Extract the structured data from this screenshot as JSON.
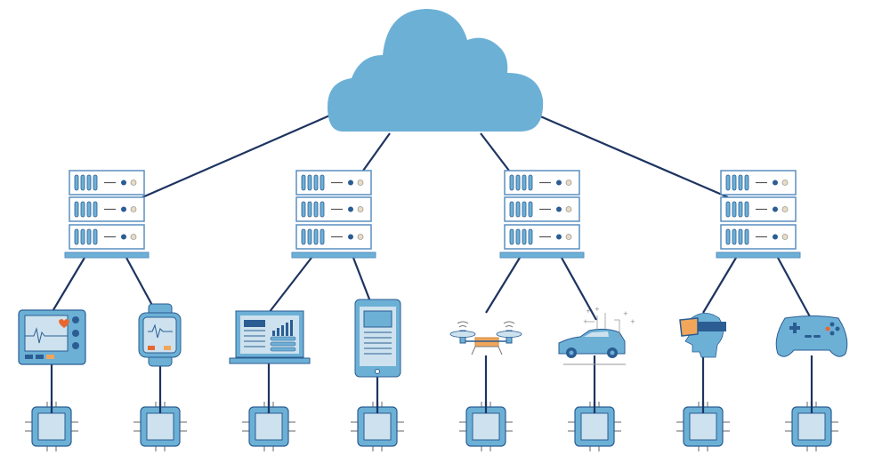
{
  "colors": {
    "cloud": "#6cb0d6",
    "line": "#1e3461",
    "device_fill": "#6cb0d6",
    "device_light": "#cde2ee",
    "device_dark": "#2b5d93",
    "server_fill": "#ffffff",
    "server_stroke": "#5a8fc0",
    "accent_orange": "#f2a65a",
    "accent_red": "#e8672f"
  },
  "cloud": {
    "icon": "cloud-icon"
  },
  "servers": [
    {
      "icon": "server-rack-icon",
      "units": 3
    },
    {
      "icon": "server-rack-icon",
      "units": 3
    },
    {
      "icon": "server-rack-icon",
      "units": 3
    },
    {
      "icon": "server-rack-icon",
      "units": 3
    }
  ],
  "devices": [
    {
      "icon": "heart-monitor-icon"
    },
    {
      "icon": "smartwatch-icon"
    },
    {
      "icon": "laptop-icon"
    },
    {
      "icon": "tablet-icon"
    },
    {
      "icon": "drone-icon"
    },
    {
      "icon": "connected-car-icon"
    },
    {
      "icon": "vr-headset-icon"
    },
    {
      "icon": "gamepad-icon"
    }
  ],
  "chips": [
    {
      "icon": "microchip-icon"
    },
    {
      "icon": "microchip-icon"
    },
    {
      "icon": "microchip-icon"
    },
    {
      "icon": "microchip-icon"
    },
    {
      "icon": "microchip-icon"
    },
    {
      "icon": "microchip-icon"
    },
    {
      "icon": "microchip-icon"
    },
    {
      "icon": "microchip-icon"
    }
  ]
}
